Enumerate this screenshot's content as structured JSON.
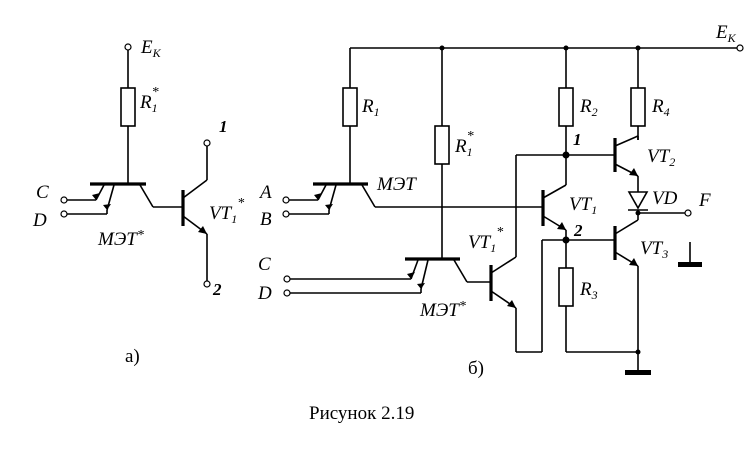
{
  "figure": {
    "caption": "Рисунок 2.19",
    "part_a_label": "а)",
    "part_b_label": "б)"
  },
  "part_a": {
    "supply": {
      "base": "E",
      "sub": "К"
    },
    "resistor": {
      "base": "R",
      "sub": "1",
      "sup": "*"
    },
    "inputs": [
      "C",
      "D"
    ],
    "met": {
      "base": "МЭТ",
      "sup": "*"
    },
    "transistor": {
      "base": "VT",
      "sub": "1",
      "sup": "*"
    },
    "terminals": [
      "1",
      "2"
    ]
  },
  "part_b": {
    "supply": {
      "base": "E",
      "sub": "К"
    },
    "r1": {
      "base": "R",
      "sub": "1"
    },
    "r1_star": {
      "base": "R",
      "sub": "1",
      "sup": "*"
    },
    "r2": {
      "base": "R",
      "sub": "2"
    },
    "r3": {
      "base": "R",
      "sub": "3"
    },
    "r4": {
      "base": "R",
      "sub": "4"
    },
    "met": "МЭТ",
    "met_star": {
      "base": "МЭТ",
      "sup": "*"
    },
    "inputs_ab": [
      "A",
      "B"
    ],
    "inputs_cd": [
      "C",
      "D"
    ],
    "vt1": {
      "base": "VT",
      "sub": "1"
    },
    "vt1_star": {
      "base": "VT",
      "sub": "1",
      "sup": "*"
    },
    "vt2": {
      "base": "VT",
      "sub": "2"
    },
    "vt3": {
      "base": "VT",
      "sub": "3"
    },
    "vd": "VD",
    "output": "F",
    "nodes": [
      "1",
      "2"
    ]
  }
}
